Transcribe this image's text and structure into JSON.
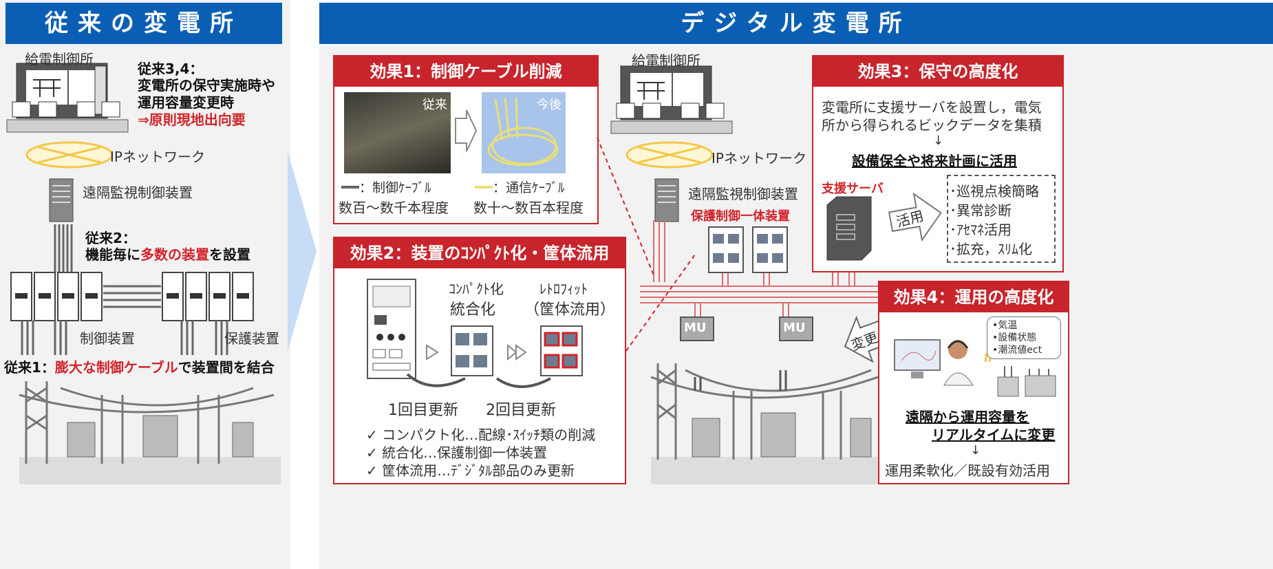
{
  "left": {
    "title": "従来の変電所",
    "control_center": "給電制御所",
    "conv34_title": "従来3,4：",
    "conv34_line1": "変電所の保守実施時や",
    "conv34_line2": "運用容量変更時",
    "conv34_line3": "⇒原則現地出向要",
    "ip_network": "IPネットワーク",
    "remote_device": "遠隔監視制御装置",
    "conv2_title": "従来2：",
    "conv2_prefix": "機能毎に",
    "conv2_highlight": "多数の装置",
    "conv2_suffix": "を設置",
    "control_device": "制御装置",
    "protection_device": "保護装置",
    "conv1_prefix": "従来1：",
    "conv1_highlight": "膨大な制御ケーブル",
    "conv1_suffix": "で装置間を結合"
  },
  "right": {
    "title": "デジタル変電所",
    "control_center": "給電制御所",
    "ip_network": "IPネットワーク",
    "remote_device": "遠隔監視制御装置",
    "integrated_device": "保護制御一体装置",
    "mu1": "MU",
    "mu2": "MU",
    "change_label": "変更"
  },
  "effect1": {
    "title": "効果1：制御ケーブル削減",
    "photo_before": "従来",
    "photo_after": "今後",
    "legend1": "：制御ｹｰﾌﾞﾙ",
    "legend1_count": "数百～数千本程度",
    "legend2": "：通信ｹｰﾌﾞﾙ",
    "legend2_count": "数十～数百本程度"
  },
  "effect2": {
    "title": "効果2：装置のｺﾝﾊﾟｸﾄ化・筐体流用",
    "compact_line1": "ｺﾝﾊﾟｸﾄ化",
    "compact_line2": "統合化",
    "retrofit_line1": "ﾚﾄﾛﾌｨｯﾄ",
    "retrofit_line2": "（筐体流用）",
    "update1": "1回目更新",
    "update2": "2回目更新",
    "check1": "✓ コンパクト化…配線･ｽｲｯﾁ類の削減",
    "check2": "✓ 統合化…保護制御一体装置",
    "check3": "✓ 筐体流用…ﾃﾞｼﾞﾀﾙ部品のみ更新"
  },
  "effect3": {
    "title": "効果3：保守の高度化",
    "desc1": "変電所に支援サーバを設置し，電気",
    "desc2": "所から得られるビックデータを集積",
    "arrow": "↓",
    "result": "設備保全や将来計画に活用",
    "server_label": "支援サーバ",
    "use_label": "活用",
    "items": [
      "･巡視点検簡略",
      "･異常診断",
      "･ｱｾﾏﾈ活用",
      "･拡充，ｽﾘﾑ化"
    ]
  },
  "effect4": {
    "title": "効果4：運用の高度化",
    "bubble": [
      "•気温",
      "•設備状態",
      "•潮流値ect"
    ],
    "result1": "遠隔から運用容量を",
    "result2": "リアルタイムに変更",
    "arrow": "↓",
    "final": "運用柔軟化／既設有効活用"
  },
  "colors": {
    "header_blue": "#0a5fb5",
    "effect_red": "#c8242b",
    "highlight_red": "#d2232a",
    "arrow_blue": "#c7dcf5"
  }
}
